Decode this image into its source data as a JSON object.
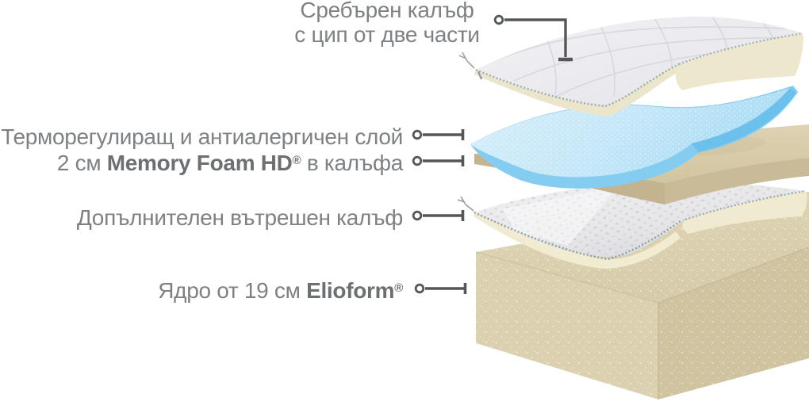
{
  "diagram": {
    "type": "exploded-mattress-layers",
    "title_label": {
      "line1": "Сребърен калъф",
      "line2": "с цип от две части"
    },
    "labels": [
      {
        "pre": "Терморегулиращ и антиалергичен слой",
        "bold": "",
        "sup": "",
        "post": ""
      },
      {
        "pre": "2 см ",
        "bold": "Memory Foam HD",
        "sup": "®",
        "post": " в калъфа"
      },
      {
        "pre": "Допълнителен вътрешен калъф",
        "bold": "",
        "sup": "",
        "post": ""
      },
      {
        "pre": "Ядро от 19 см ",
        "bold": "Elioform",
        "sup": "®",
        "post": ""
      }
    ],
    "layer_names": [
      "silver-zip-cover",
      "thermoregulating-antiallergic-layer",
      "memory-foam-hd-layer",
      "additional-inner-cover",
      "elioform-core"
    ],
    "colors": {
      "label_text": "#7e8184",
      "label_bold": "#6d7073",
      "connector": "#54575a",
      "quilt_white": "#ececf1",
      "cream_edge": "#ece6cc",
      "blue_light": "#c9e9f9",
      "blue_dark": "#7cc7ee",
      "foam_tan": "#d6c9a7",
      "core_khaki": "#d9cfae",
      "stitch": "#93a5a4"
    }
  }
}
